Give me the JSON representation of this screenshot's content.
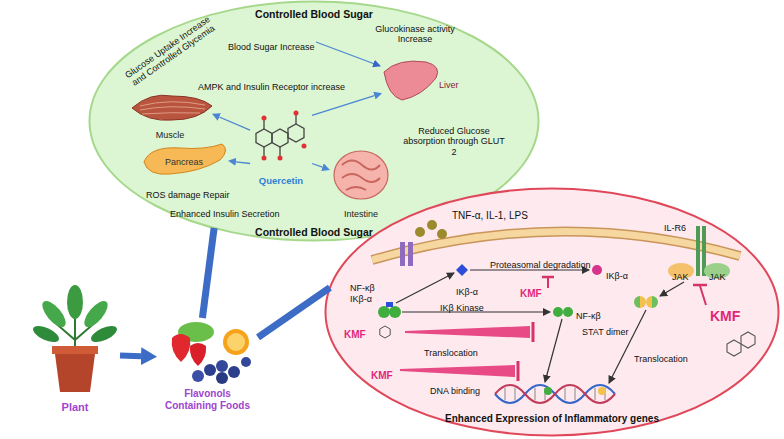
{
  "diagram": {
    "nodes": [
      {
        "text": [
          "Controlled Blood Sugar",
          "Controlled Blood Sugar"
        ]
      },
      {
        "text": [
          "Muscle"
        ],
        "in": 0
      },
      {
        "text": [
          "Liver"
        ],
        "in": 0
      },
      {
        "text": [
          "Quercetin"
        ],
        "in": 0
      },
      {
        "text": [
          "Pancreas"
        ],
        "in": 0
      },
      {
        "text": [
          "Intestine"
        ],
        "in": 0
      },
      {
        "text": [
          "Plant"
        ]
      },
      {
        "text": [
          "Flavonols Containing Foods"
        ]
      },
      {
        "text": [
          "Enhanced Expression of Inflammatory genes"
        ]
      }
    ],
    "edges": [
      {
        "from": 3,
        "to": 1,
        "arrow": "to"
      },
      {
        "from": 3,
        "to": 2,
        "arrow": "to"
      },
      {
        "from": 3,
        "to": 4,
        "arrow": "to"
      },
      {
        "from": 3,
        "to": 5,
        "arrow": "to"
      },
      {
        "from": 6,
        "to": 7,
        "arrow": "to"
      },
      {
        "from": 7,
        "to": 0,
        "arrow": "none"
      },
      {
        "from": 7,
        "to": 8,
        "arrow": "none"
      }
    ],
    "labels": [
      "Glucose Uptake Increase and Controlled Glycemia",
      "Blood Sugar Increase",
      "Glucokinase activity Increase",
      "AMPK and Insulin Receptor increase",
      "Reduced Glucose absorption through GLUT 2",
      "ROS damage Repair",
      "Enhanced Insulin Secretion",
      "TNF-α, IL-1, LPS",
      "IL-R6",
      "JAK",
      "JAK",
      "NF-κβ",
      "IKβ-α",
      "IKβ-α",
      "Proteasomal degradation",
      "IKβ-α",
      "KMF",
      "IKβ Kinase",
      "NF-κβ",
      "KMF",
      "Translocation",
      "KMF",
      "DNA binding",
      "STAT dimer",
      "Translocation",
      "KMF"
    ]
  }
}
